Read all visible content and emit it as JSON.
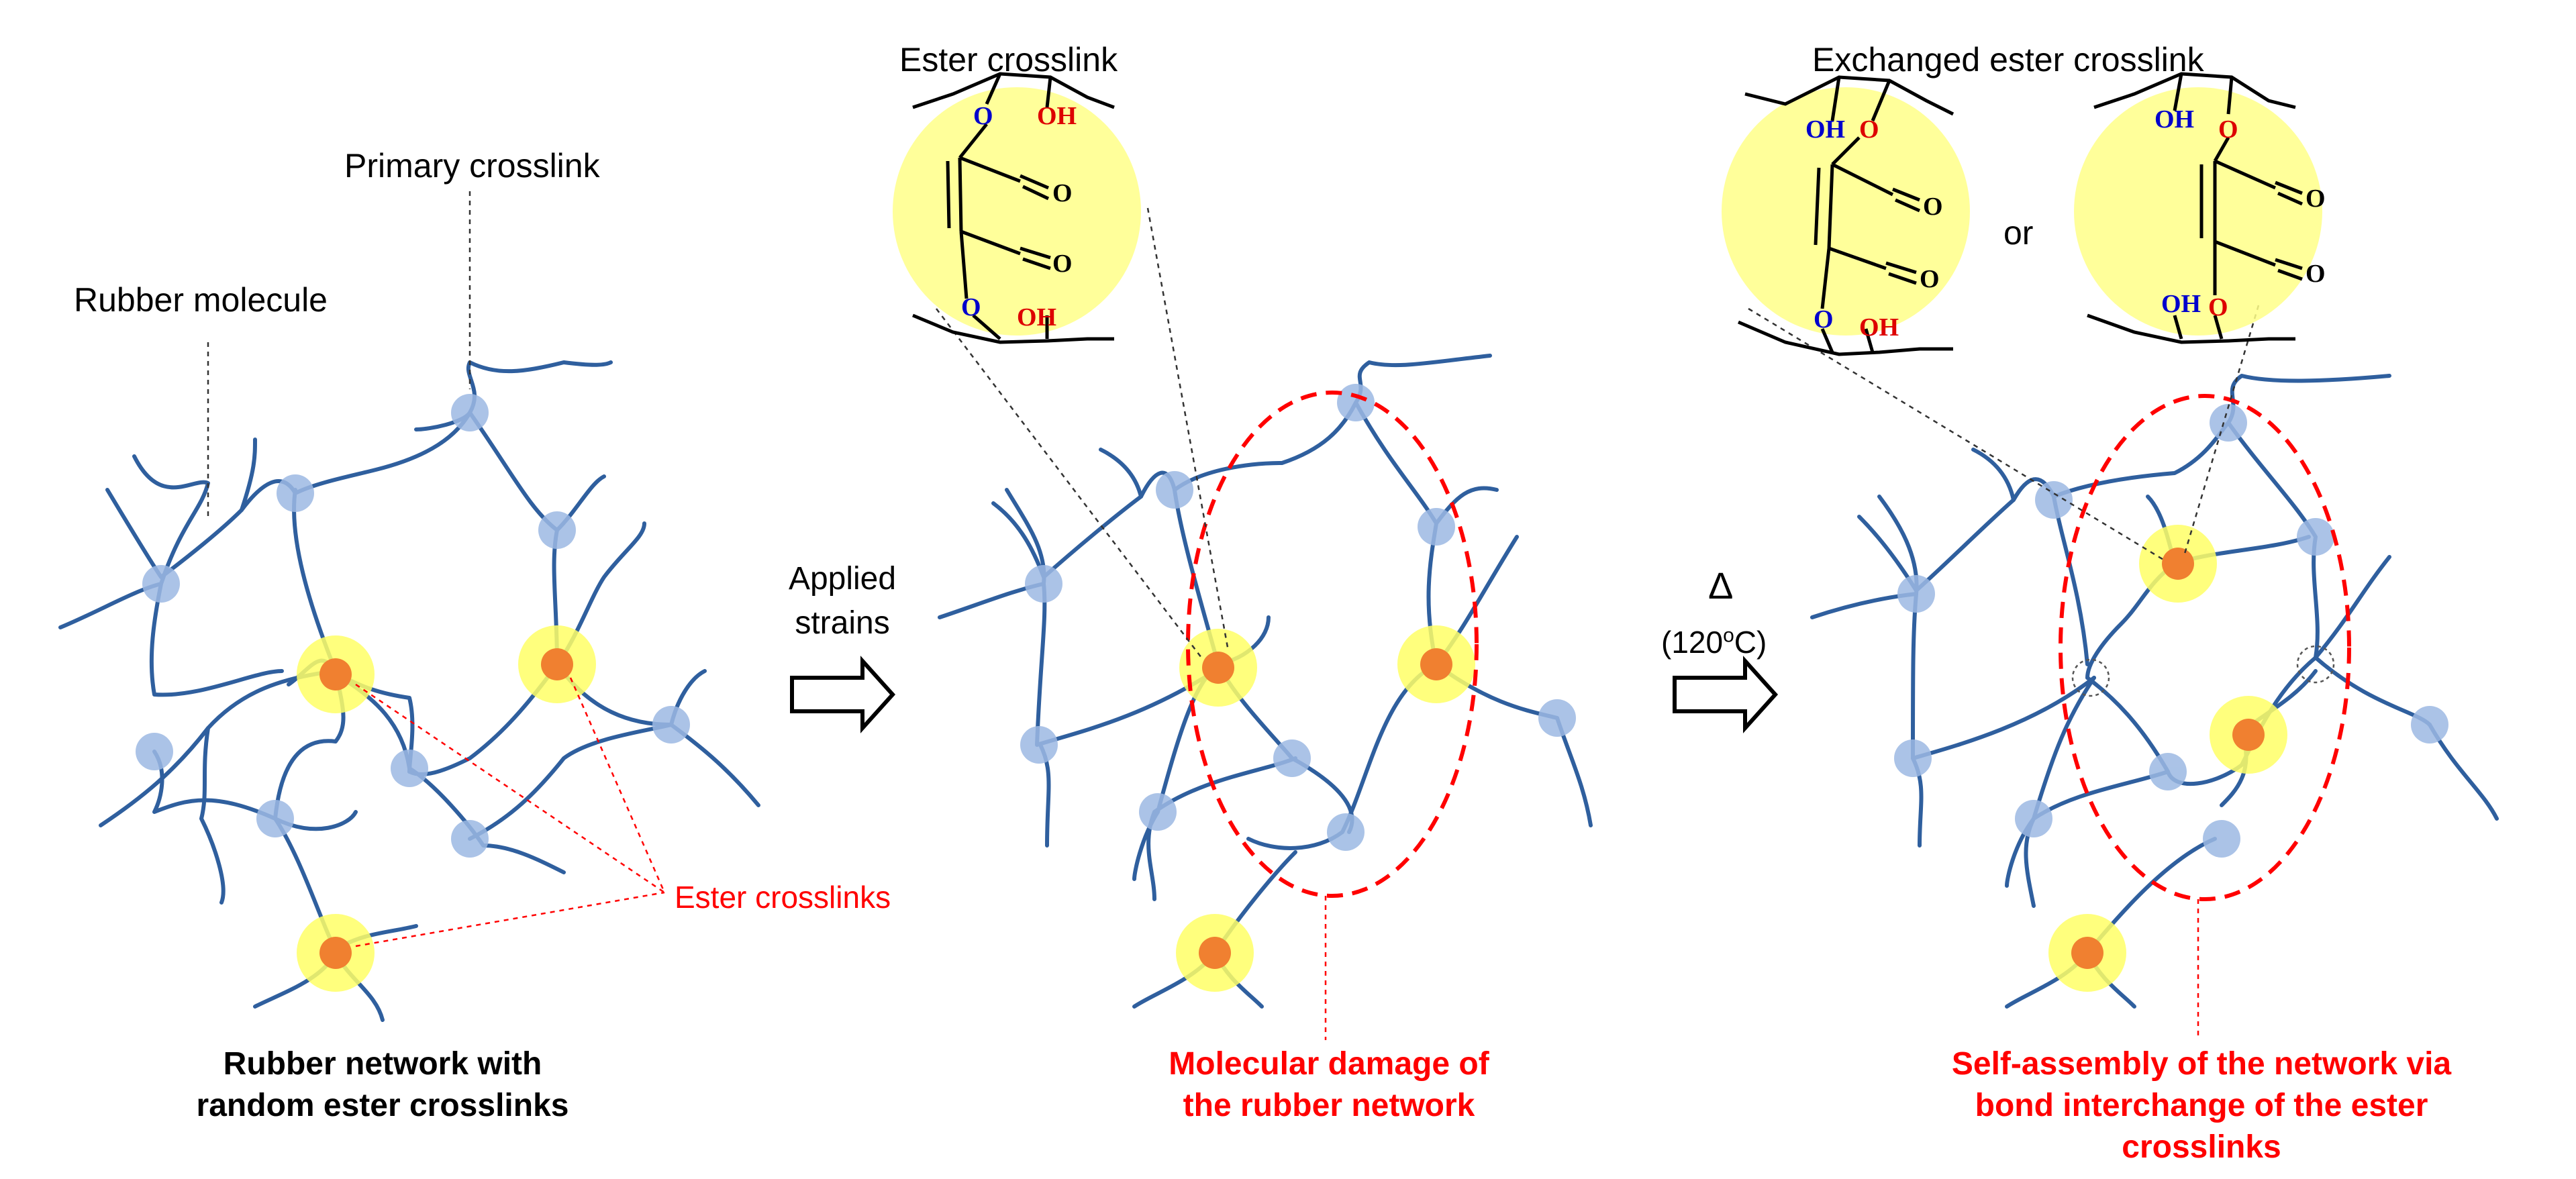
{
  "colors": {
    "chain": "#2f5f9e",
    "primary_crosslink": "#9cb9e3",
    "ester_glow": "#ffff66",
    "ester_core": "#f08030",
    "red": "#ff0000",
    "oxygen_blue": "#0000cc",
    "oxygen_red": "#dd0000"
  },
  "panel1": {
    "primary_crosslink_label": "Primary crosslink",
    "rubber_molecule_label": "Rubber molecule",
    "ester_crosslinks_label": "Ester crosslinks",
    "caption_line1": "Rubber network with",
    "caption_line2": "random ester crosslinks"
  },
  "arrow1": {
    "label_line1": "Applied",
    "label_line2": "strains"
  },
  "panel2": {
    "title": "Ester crosslink",
    "caption_line1": "Molecular damage of",
    "caption_line2": "the rubber network",
    "structure": {
      "o_top": "O",
      "oh_top": "OH",
      "o_bottom": "O",
      "oh_bottom": "OH",
      "carbonyl1": "O",
      "carbonyl2": "O"
    }
  },
  "arrow2": {
    "delta": "Δ",
    "temp_open": "(120",
    "temp_sup": "o",
    "temp_close": "C)"
  },
  "panel3": {
    "title": "Exchanged ester crosslink",
    "or": "or",
    "caption_line1": "Self-assembly of the network via",
    "caption_line2": "bond interchange of the ester crosslinks",
    "structure_a": {
      "oh_top": "OH",
      "o_top": "O",
      "o_bottom": "O",
      "oh_bottom": "OH",
      "carbonyl1": "O",
      "carbonyl2": "O"
    },
    "structure_b": {
      "oh_top": "OH",
      "o_top": "O",
      "oh_bottom": "OH",
      "o_bottom": "O",
      "carbonyl1": "O",
      "carbonyl2": "O"
    }
  }
}
